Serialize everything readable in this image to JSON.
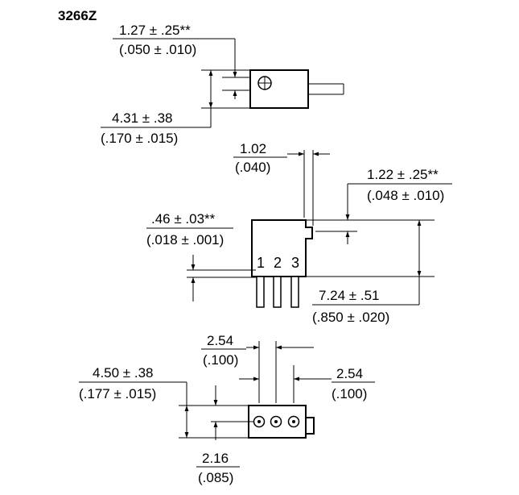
{
  "model": "3266Z",
  "dimensions": {
    "d1": {
      "top": "1.27 ± .25**",
      "bottom": "(.050 ± .010)"
    },
    "d2": {
      "top": "4.31 ± .38",
      "bottom": "(.170 ± .015)"
    },
    "d3": {
      "top": "1.02",
      "bottom": "(.040)"
    },
    "d4": {
      "top": "1.22 ± .25**",
      "bottom": "(.048 ± .010)"
    },
    "d5": {
      "top": ".46 ± .03**",
      "bottom": "(.018 ± .001)"
    },
    "d6": {
      "top": "7.24 ± .51",
      "bottom": "(.850 ± .020)"
    },
    "d7": {
      "top": "2.54",
      "bottom": "(.100)"
    },
    "d8": {
      "top": "2.54",
      "bottom": "(.100)"
    },
    "d9": {
      "top": "4.50 ± .38",
      "bottom": "(.177 ± .015)"
    },
    "d10": {
      "top": "2.16",
      "bottom": "(.085)"
    }
  },
  "pins": [
    "1",
    "2",
    "3"
  ]
}
